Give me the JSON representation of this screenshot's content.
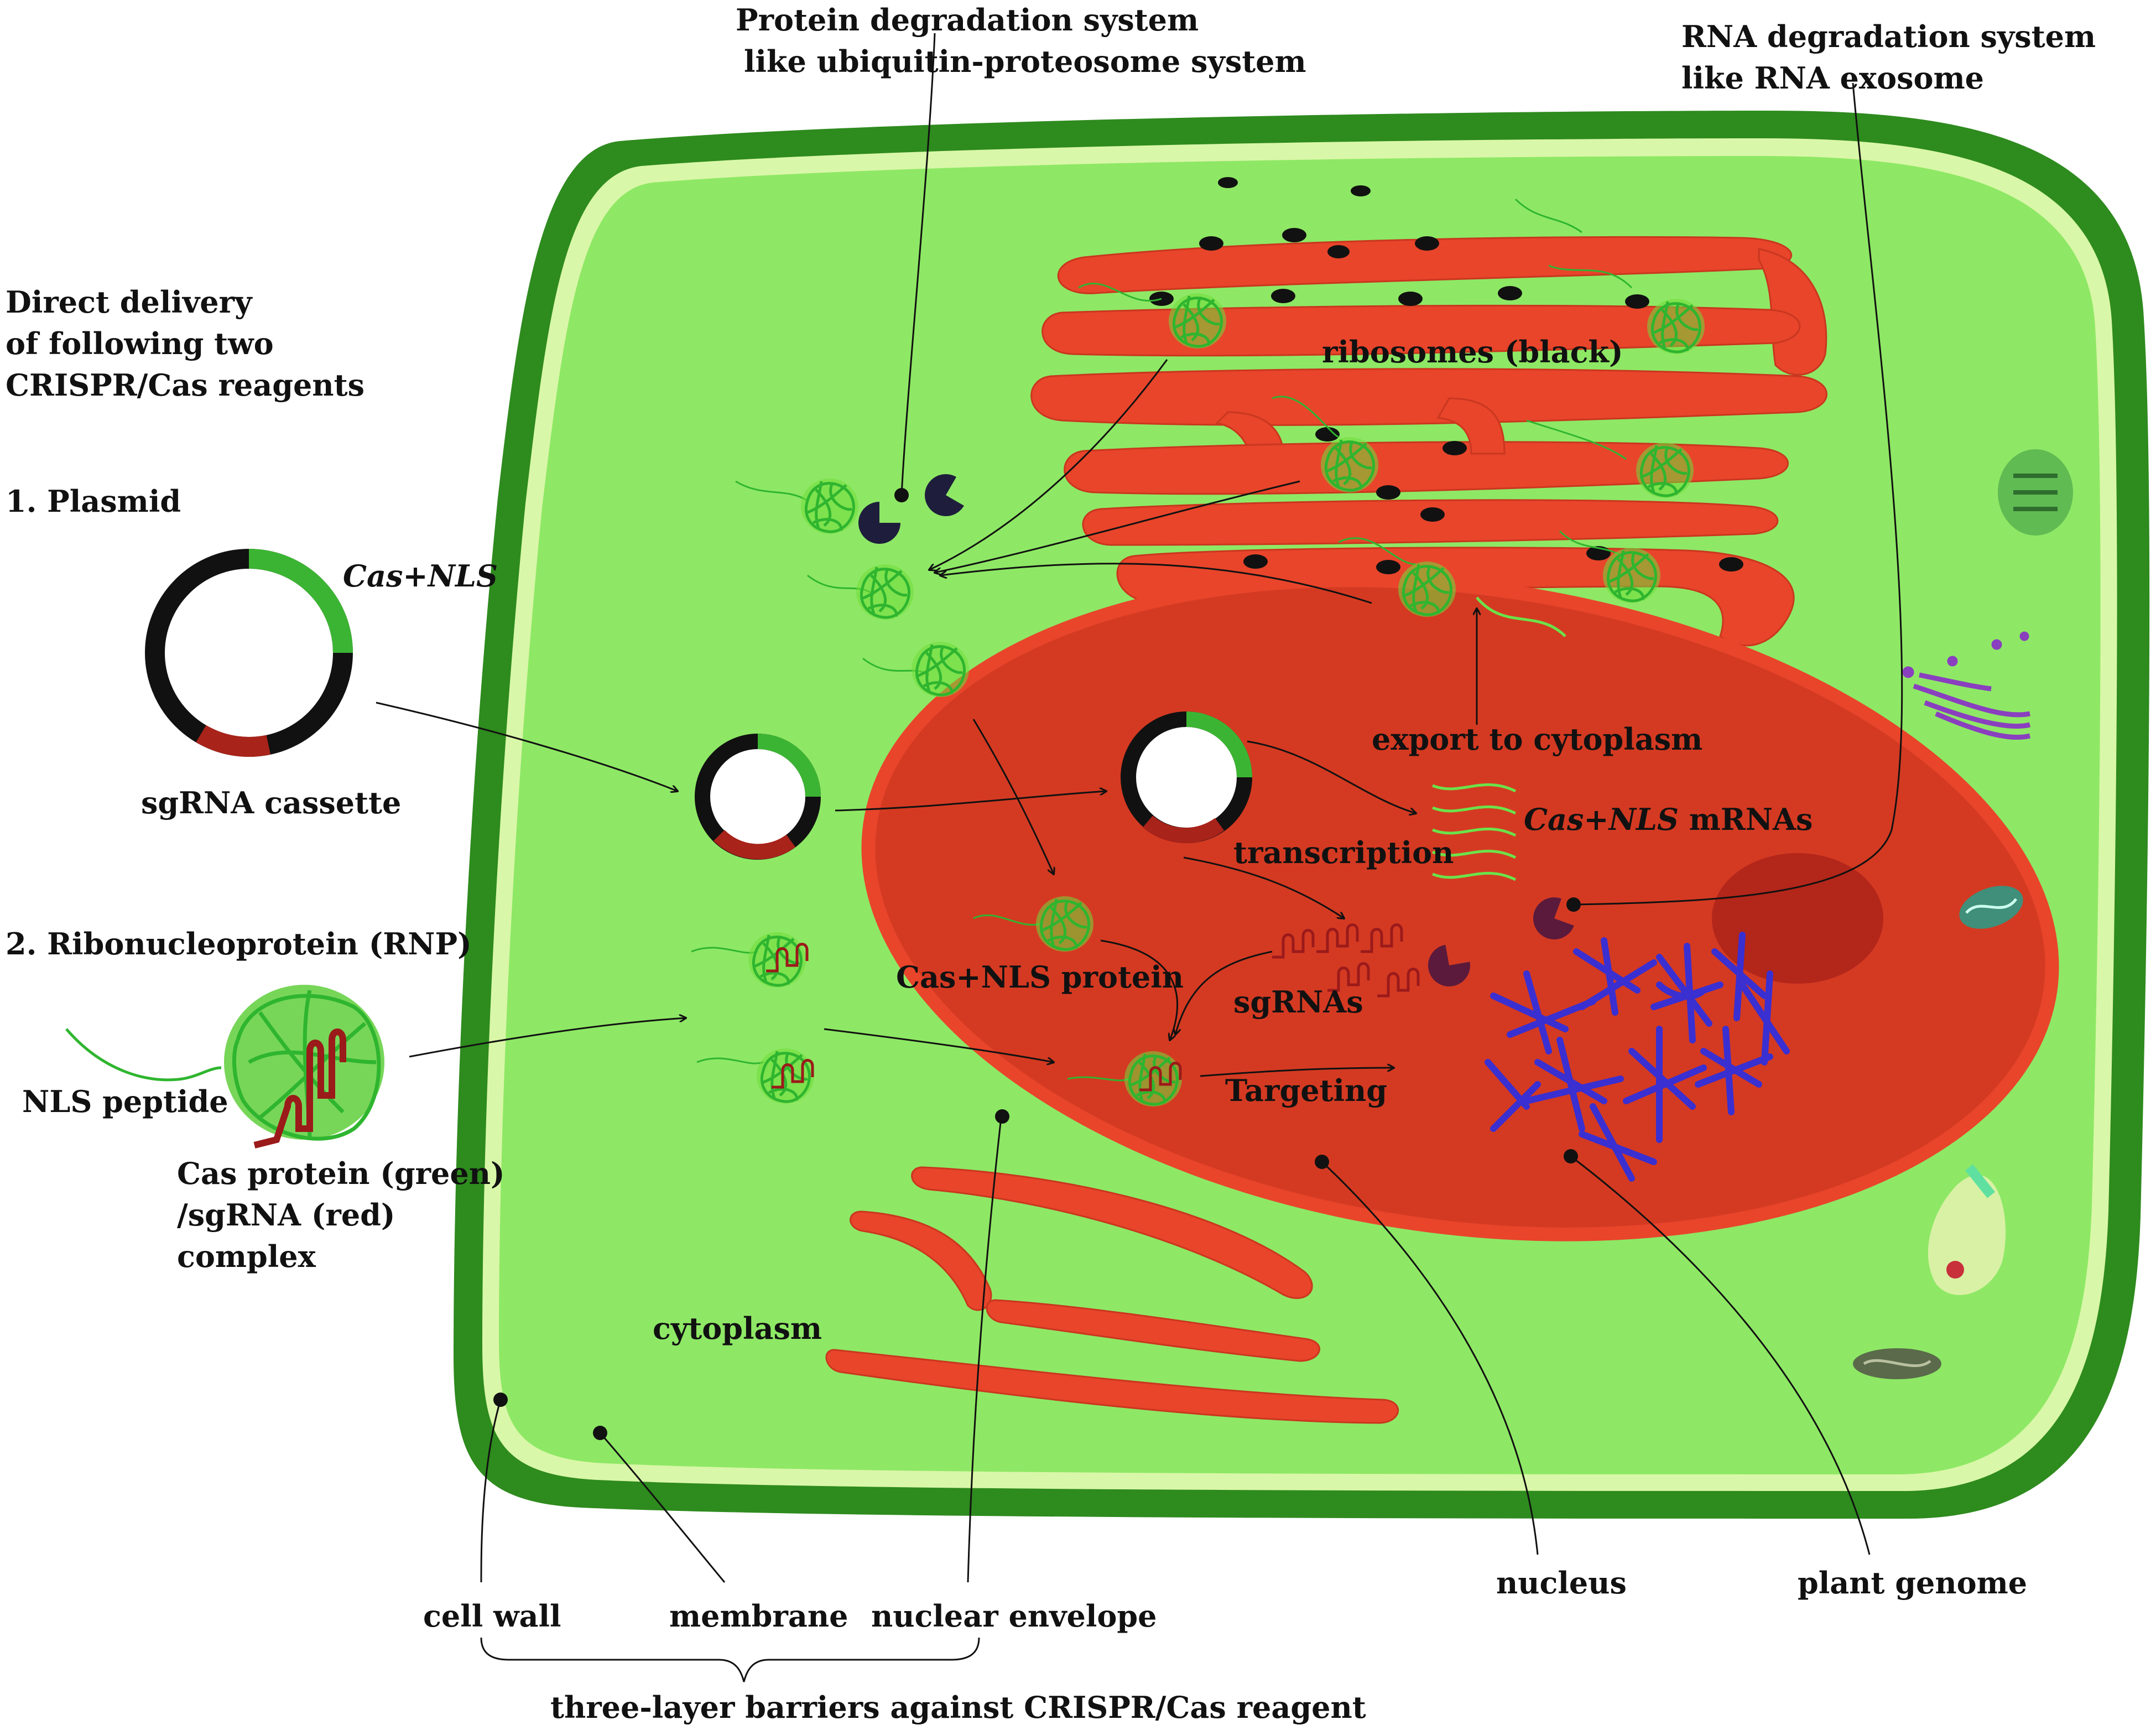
{
  "labels": {
    "protein_degradation_1": "Protein degradation system",
    "protein_degradation_2": "like ubiquitin-proteosome system",
    "rna_degradation_1": "RNA degradation system",
    "rna_degradation_2": "like RNA exosome",
    "direct_delivery_1": "Direct delivery",
    "direct_delivery_2": "of following two",
    "direct_delivery_3": "CRISPR/Cas reagents",
    "plasmid": "1. Plasmid",
    "cas_nls": "Cas+NLS",
    "sgrna_cassette": "sgRNA cassette",
    "rnp": "2. Ribonucleoprotein (RNP)",
    "nls_peptide": "NLS peptide",
    "complex_1": "Cas protein (green)",
    "complex_2": "/sgRNA (red)",
    "complex_3": "complex",
    "ribosomes": "ribosomes (black)",
    "export": "export to cytoplasm",
    "transcription": "transcription",
    "mrnas_italic": "Cas+NLS",
    "mrnas_rest": " mRNAs",
    "cas_nls_protein": "Cas+NLS protein",
    "sgrnas": "sgRNAs",
    "targeting": "Targeting",
    "cytoplasm": "cytoplasm",
    "cell_wall": "cell wall",
    "membrane": "membrane",
    "nuclear_envelope": "nuclear envelope",
    "nucleus": "nucleus",
    "plant_genome": "plant genome",
    "barriers": "three-layer barriers against CRISPR/Cas reagent"
  },
  "colors": {
    "cell_wall": "#2e8b1e",
    "membrane": "#d9f7a8",
    "cytoplasm": "#8ee865",
    "er_nucleus": "#e8452b",
    "nucleus_fill": "#d43a22",
    "nucleolus": "#b3261a",
    "protein": "#2fb52f",
    "sgrna": "#9b1a1a",
    "chromosome": "#3a2fd1",
    "ribosome": "#111111",
    "proteasome": "#1e1e3c",
    "exosome": "#5b1a3c"
  }
}
